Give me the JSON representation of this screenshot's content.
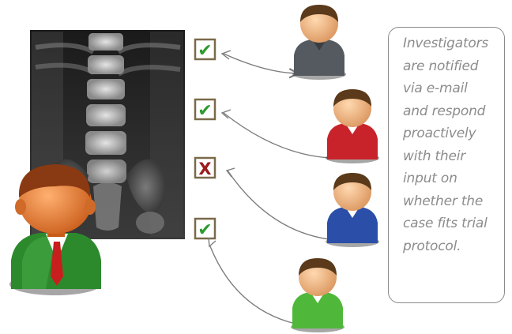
{
  "note": {
    "lines": [
      "Investigators",
      "are notified",
      "via e-mail",
      "and respond",
      "proactively",
      "with their",
      "input on",
      "whether the",
      "case fits trial",
      "protocol."
    ]
  },
  "checklist": {
    "items": [
      {
        "state": "check",
        "symbol": "✔"
      },
      {
        "state": "check",
        "symbol": "✔"
      },
      {
        "state": "cross",
        "symbol": "X"
      },
      {
        "state": "check",
        "symbol": "✔"
      }
    ]
  },
  "investigators": [
    {
      "shirt": "gray",
      "color": "#555a60"
    },
    {
      "shirt": "red",
      "color": "#c8232b"
    },
    {
      "shirt": "blue",
      "color": "#2b4fa8"
    },
    {
      "shirt": "green",
      "color": "#4fb83a"
    }
  ],
  "colors": {
    "check": "#2e9a2e",
    "cross": "#9c1a1a",
    "box_border": "#7a6a4a",
    "arrow": "#7d7d7d",
    "coordinator_suit": "#2c8a2c",
    "tie": "#c81e1e"
  }
}
